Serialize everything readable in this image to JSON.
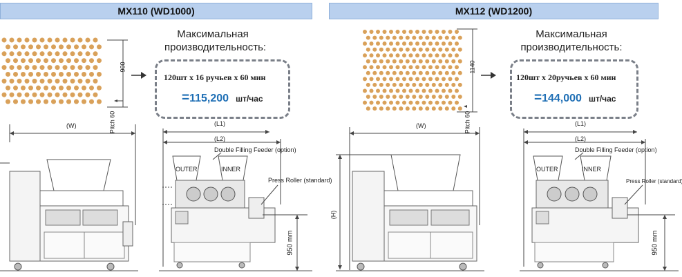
{
  "panels": [
    {
      "model": "MX110 (WD1000)",
      "capacity_title_line1": "Максимальная",
      "capacity_title_line2": "производительность:",
      "formula": "120шт x 16 ручьев x 60 мин",
      "equals": "=",
      "result": "115,200",
      "unit": "шт/час",
      "tray_height": "900",
      "pitch": "Pitch 60",
      "width_label": "(W)",
      "l1": "(L1)",
      "l2": "(L2)",
      "feeder_label": "Double Filling Feeder (option)",
      "roller_label": "Press Roller (standard)",
      "outer": "OUTER",
      "inner": "INNER",
      "height_label": "950 mm"
    },
    {
      "model": "MX112 (WD1200)",
      "capacity_title_line1": "Максимальная",
      "capacity_title_line2": "производительность:",
      "formula": "120шт x 20ручьев x 60 мин",
      "equals": "=",
      "result": "144,000",
      "unit": "шт/час",
      "tray_height": "1140",
      "pitch": "Pitch 60",
      "width_label": "(W)",
      "h_label": "(H)",
      "l1": "(L1)",
      "l2": "(L2)",
      "feeder_label": "Double Filling Feeder (option)",
      "roller_label": "Press Roller (standard)",
      "outer": "OUTER",
      "inner": "INNER",
      "height_label": "950 mm"
    }
  ],
  "colors": {
    "header_bg": "#b9d0ee",
    "result_blue": "#1f6fb5",
    "dot_color": "#d9a15a",
    "box_border": "#7a7f88"
  }
}
